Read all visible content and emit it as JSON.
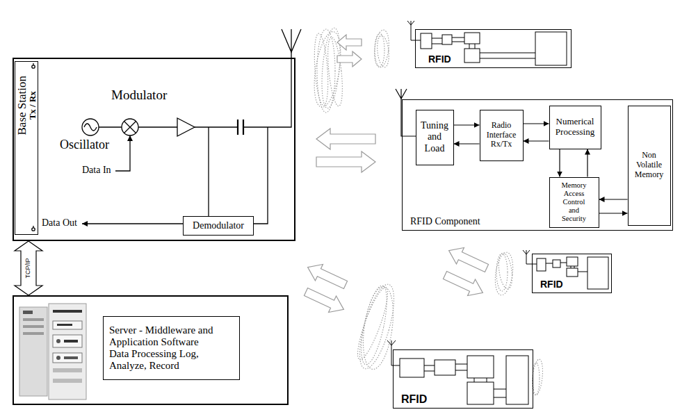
{
  "diagram": {
    "nodes": [
      {
        "text": [
          "Modulator",
          "Oscillator",
          "Data In",
          "Data Out"
        ]
      },
      {
        "text": [
          "Base Station",
          "Tx / Rx"
        ],
        "in": 0
      },
      {
        "text": [
          "Demodulator"
        ],
        "in": 0
      },
      {
        "text": []
      },
      {
        "text": [
          "Server - Middleware and Application Software Data Processing Log, Analyze, Record"
        ],
        "in": 3
      },
      {
        "text": [
          "RFID"
        ]
      },
      {
        "text": [
          "RFID Component"
        ]
      },
      {
        "text": [
          "Tuning and Load"
        ],
        "in": 6
      },
      {
        "text": [
          "Radio Interface Rx/Tx"
        ],
        "in": 6
      },
      {
        "text": [
          "Numerical Processing"
        ],
        "in": 6
      },
      {
        "text": [
          "Memory Access Control and Security"
        ],
        "in": 6
      },
      {
        "text": [
          "Non Volatile Memory"
        ],
        "in": 6
      },
      {
        "text": [
          "RFID"
        ]
      },
      {
        "text": [
          "RFID"
        ]
      }
    ],
    "edges": [
      {
        "from": 0,
        "to": 3,
        "label": "TCP/IP",
        "arrow": "both"
      },
      {
        "from": 7,
        "to": 8,
        "arrow": "to"
      },
      {
        "from": 8,
        "to": 7,
        "arrow": "to"
      },
      {
        "from": 8,
        "to": 9,
        "arrow": "to"
      },
      {
        "from": 9,
        "to": 8,
        "arrow": "to"
      },
      {
        "from": 9,
        "to": 10,
        "arrow": "to"
      },
      {
        "from": 10,
        "to": 9,
        "arrow": "to"
      },
      {
        "from": 11,
        "to": 10,
        "arrow": "to"
      },
      {
        "from": 10,
        "to": 11,
        "arrow": "to"
      }
    ]
  }
}
